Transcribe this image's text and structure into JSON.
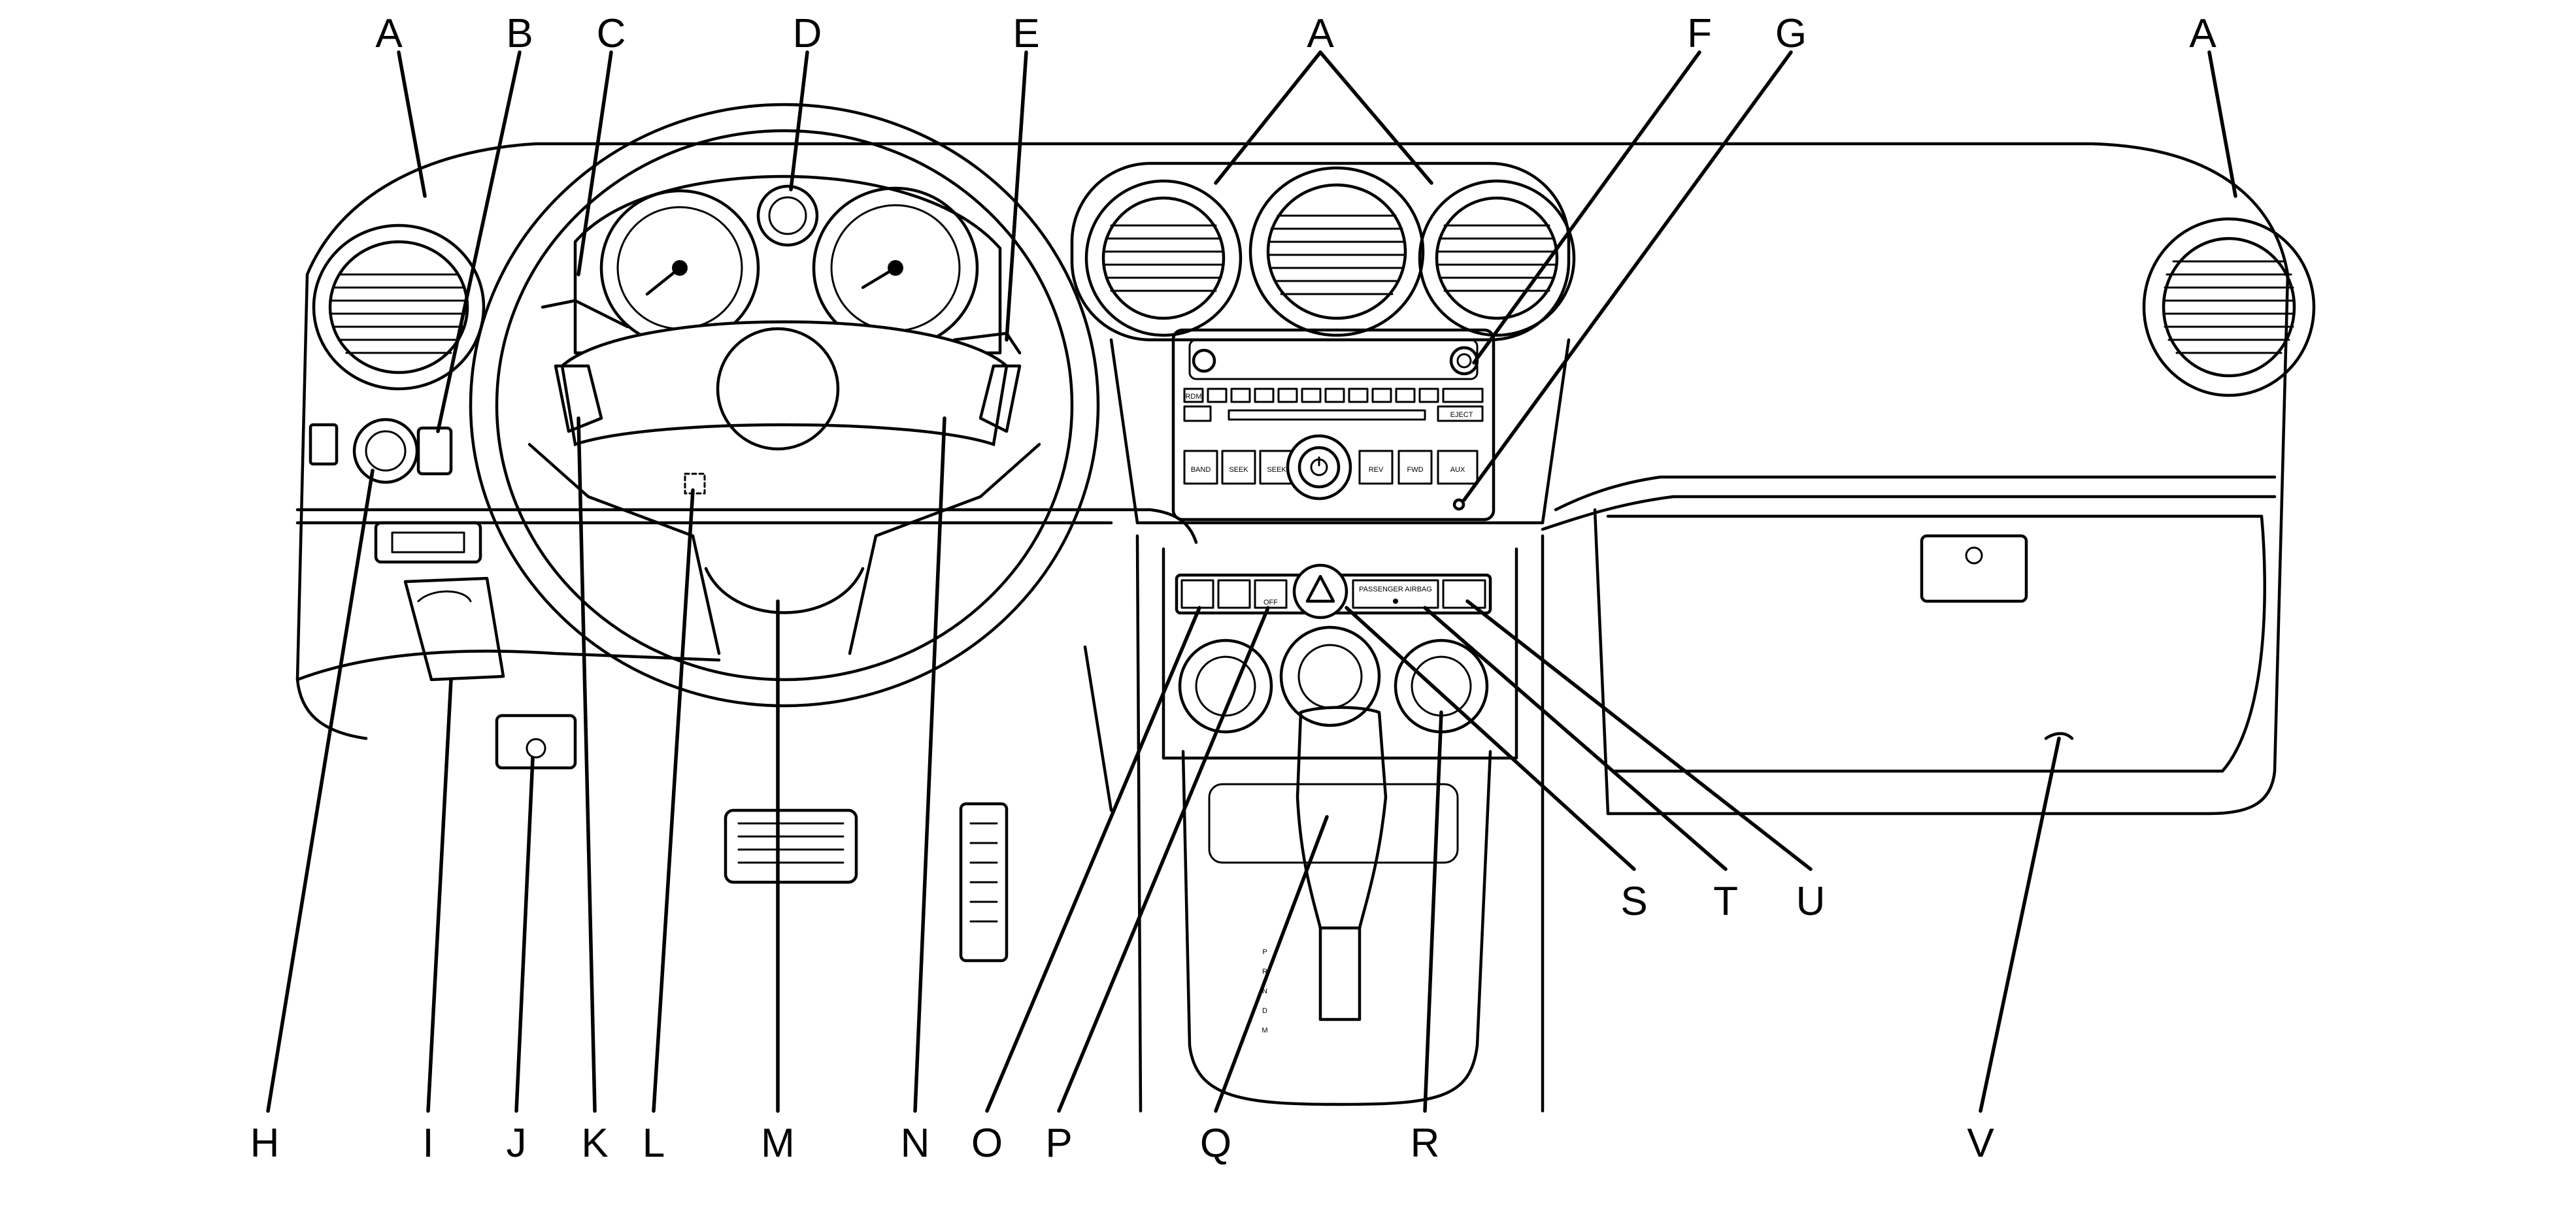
{
  "title": "",
  "callouts": [
    {
      "id": "A1",
      "letter": "A"
    },
    {
      "id": "B",
      "letter": "B"
    },
    {
      "id": "C",
      "letter": "C"
    },
    {
      "id": "D",
      "letter": "D"
    },
    {
      "id": "E",
      "letter": "E"
    },
    {
      "id": "A2",
      "letter": "A"
    },
    {
      "id": "F",
      "letter": "F"
    },
    {
      "id": "G",
      "letter": "G"
    },
    {
      "id": "A3",
      "letter": "A"
    },
    {
      "id": "H",
      "letter": "H"
    },
    {
      "id": "I",
      "letter": "I"
    },
    {
      "id": "J",
      "letter": "J"
    },
    {
      "id": "K",
      "letter": "K"
    },
    {
      "id": "L",
      "letter": "L"
    },
    {
      "id": "M",
      "letter": "M"
    },
    {
      "id": "N",
      "letter": "N"
    },
    {
      "id": "O",
      "letter": "O"
    },
    {
      "id": "P",
      "letter": "P"
    },
    {
      "id": "Q",
      "letter": "Q"
    },
    {
      "id": "R",
      "letter": "R"
    },
    {
      "id": "S",
      "letter": "S"
    },
    {
      "id": "T",
      "letter": "T"
    },
    {
      "id": "U",
      "letter": "U"
    },
    {
      "id": "V",
      "letter": "V"
    }
  ],
  "panel_text": {
    "radio_eject": "EJECT",
    "radio_band": "BAND",
    "radio_seek": "SEEK",
    "radio_rev": "REV",
    "radio_fwd": "FWD",
    "radio_aux": "AUX",
    "radio_rdm": "RDM",
    "passenger_airbag": "PASSENGER AIRBAG",
    "traction_off": "OFF",
    "gear_p": "P",
    "gear_r": "R",
    "gear_n": "N",
    "gear_d": "D",
    "gear_m": "M"
  }
}
